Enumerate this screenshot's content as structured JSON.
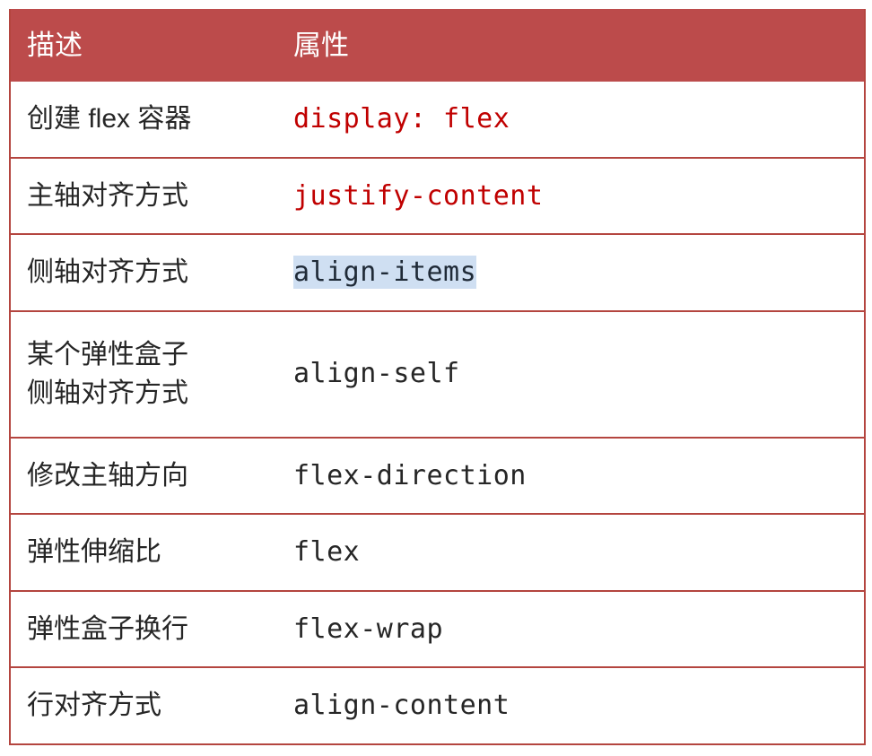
{
  "table": {
    "columns": [
      {
        "key": "description",
        "label": "描述"
      },
      {
        "key": "property",
        "label": "属性"
      }
    ],
    "header_bg": "#bc4b4b",
    "header_text_color": "#ffffff",
    "border_color": "#b4453f",
    "code_red": "#c00000",
    "code_dark": "#262626",
    "selection_bg": "#cfdff2",
    "selection_text": "#1f2a37",
    "rows": [
      {
        "description": "创建 flex 容器",
        "property": "display: flex",
        "property_tone": "red",
        "selected": false
      },
      {
        "description": "主轴对齐方式",
        "property": "justify-content",
        "property_tone": "red",
        "selected": false
      },
      {
        "description": "侧轴对齐方式",
        "property": "align-items",
        "property_tone": "dark",
        "selected": true
      },
      {
        "description": "某个弹性盒子\n侧轴对齐方式",
        "property": "align-self",
        "property_tone": "dark",
        "selected": false
      },
      {
        "description": "修改主轴方向",
        "property": "flex-direction",
        "property_tone": "dark",
        "selected": false
      },
      {
        "description": "弹性伸缩比",
        "property": "flex",
        "property_tone": "dark",
        "selected": false
      },
      {
        "description": "弹性盒子换行",
        "property": "flex-wrap",
        "property_tone": "dark",
        "selected": false
      },
      {
        "description": "行对齐方式",
        "property": "align-content",
        "property_tone": "dark",
        "selected": false
      }
    ]
  }
}
